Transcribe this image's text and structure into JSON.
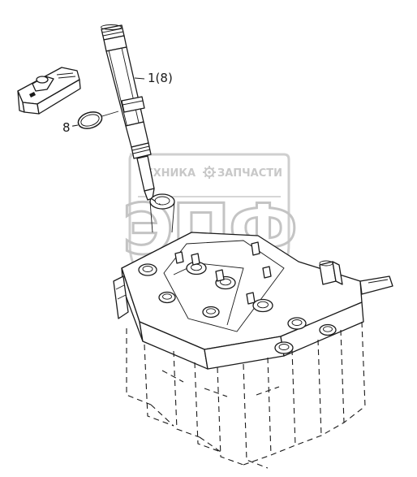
{
  "callouts": {
    "injector": "1(8)",
    "seal_ring": "8"
  },
  "watermark": {
    "line1_left": "ТЕХНИКА",
    "line1_right": "ЗАПЧАСТИ",
    "big_letters": "ЭПФ",
    "color": "#c8c8c8"
  },
  "icons": [
    "gear-icon"
  ]
}
